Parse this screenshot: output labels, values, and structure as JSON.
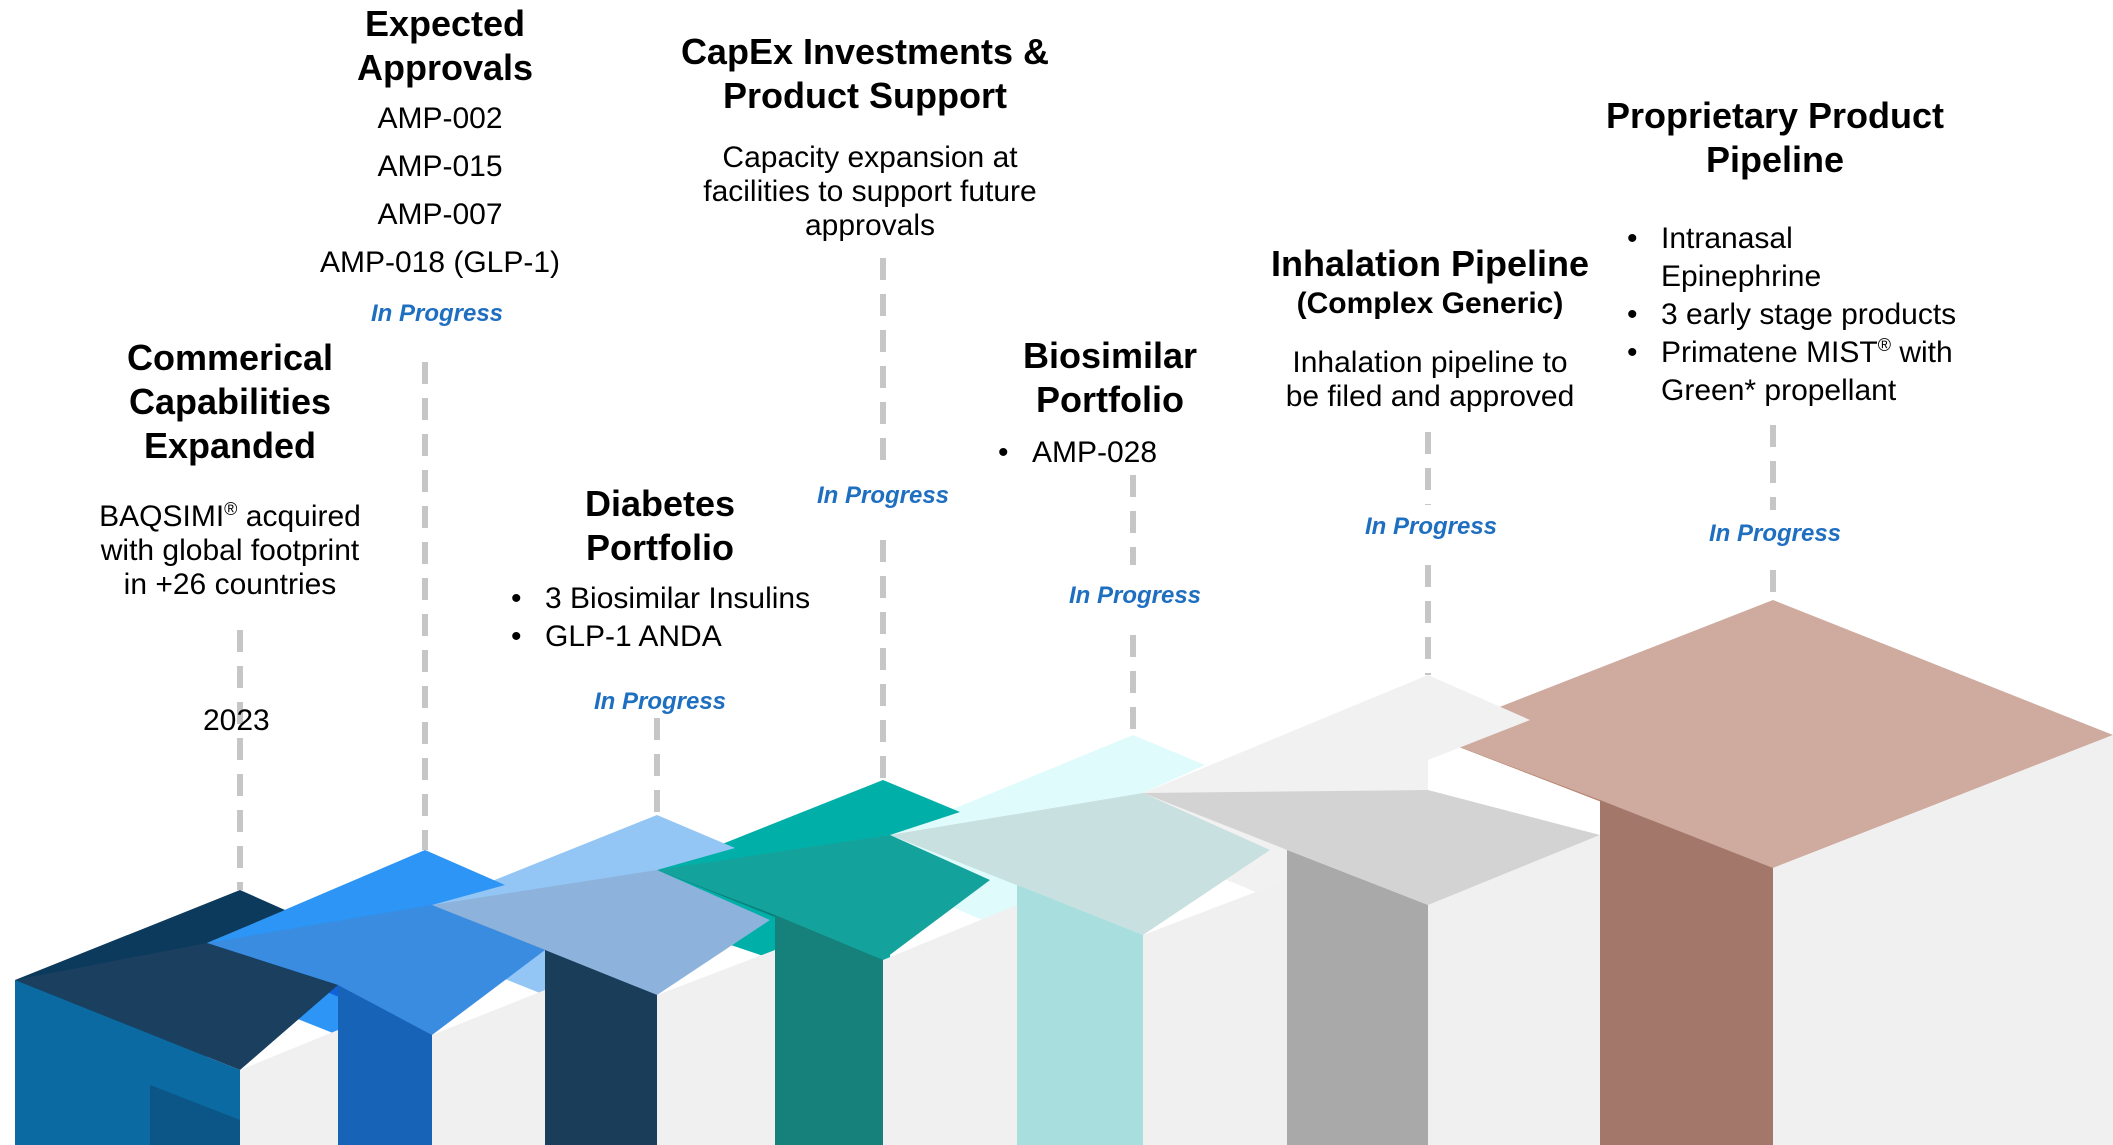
{
  "stages": [
    {
      "id": "commercial",
      "title": "Commerical Capabilities Expanded",
      "title_lines": [
        "Commerical",
        "Capabilities",
        "Expanded"
      ],
      "description_lines": [
        "BAQSIMI",
        "acquired",
        "with global footprint",
        "in +26 countries"
      ],
      "registered_mark": "®",
      "year": "2023",
      "colors": {
        "top": "#0c3a5c",
        "front": "#0a6aa1",
        "side": "#f0f0f0"
      }
    },
    {
      "id": "approvals",
      "title_lines": [
        "Expected",
        "Approvals"
      ],
      "items": [
        "AMP-002",
        "AMP-015",
        "AMP-007",
        "AMP-018 (GLP-1)"
      ],
      "status": "In Progress",
      "colors": {
        "top": "#2d95f5",
        "front": "#0f62d8",
        "side": "#f0f0f0"
      }
    },
    {
      "id": "diabetes",
      "title_lines": [
        "Diabetes",
        "Portfolio"
      ],
      "bullets": [
        "3 Biosimilar Insulins",
        "GLP-1 ANDA"
      ],
      "status": "In Progress",
      "colors": {
        "top": "#93c6f5",
        "front": "#0c3a5c",
        "side": "#f0f0f0"
      }
    },
    {
      "id": "capex",
      "title_lines": [
        "CapEx Investments &",
        "Product Support"
      ],
      "description_lines": [
        "Capacity expansion at",
        "facilities to support future",
        "approvals"
      ],
      "status": "In Progress",
      "colors": {
        "top": "#00b0a8",
        "front": "#0a7f7a",
        "side": "#f0f0f0"
      }
    },
    {
      "id": "biosimilar",
      "title_lines": [
        "Biosimilar",
        "Portfolio"
      ],
      "bullets": [
        "AMP-028"
      ],
      "status": "In Progress",
      "colors": {
        "top": "#e0fbfb",
        "front": "#bffdfd",
        "side": "#f0f0f0"
      }
    },
    {
      "id": "inhalation",
      "title_lines": [
        "Inhalation Pipeline"
      ],
      "subtitle": "(Complex Generic)",
      "description_lines": [
        "Inhalation pipeline to",
        "be filed and approved"
      ],
      "status": "In Progress",
      "colors": {
        "top": "#f1f1f1",
        "front": "#d3d3d3",
        "side": "#f0f0f0"
      }
    },
    {
      "id": "proprietary",
      "title_lines": [
        "Proprietary Product",
        "Pipeline"
      ],
      "bullets_lines": [
        [
          "Intranasal",
          "Epinephrine"
        ],
        [
          "3 early stage products"
        ],
        [
          "Primatene MIST",
          "with",
          "Green* propellant"
        ]
      ],
      "registered_mark": "®",
      "status": "In Progress",
      "colors": {
        "top": "#cfab9f",
        "front": "#b5826f",
        "side": "#f0f0f0"
      }
    }
  ],
  "colors": {
    "status_text": "#1f6fc1",
    "dashed_line": "#c6c6c6"
  }
}
